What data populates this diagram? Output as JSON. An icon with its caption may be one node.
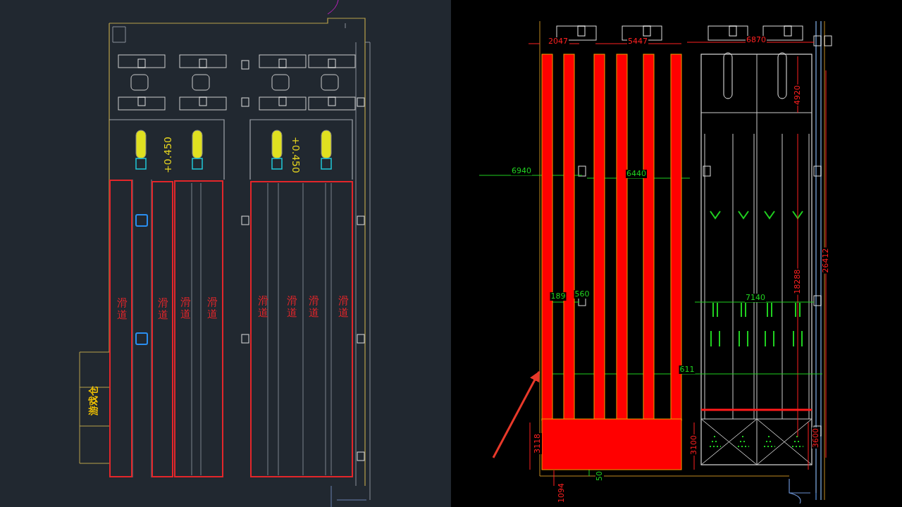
{
  "diagram": {
    "nodes": [
      {
        "text": [
          "滑道"
        ]
      },
      {
        "text": [
          "滑道"
        ]
      },
      {
        "text": [
          "滑道",
          "滑道"
        ]
      },
      {
        "text": [
          "滑道",
          "滑道",
          "滑道",
          "滑道"
        ]
      },
      {
        "text": [
          "游戏仓"
        ]
      },
      {
        "text": [],
        "shape": "box"
      }
    ],
    "edges": [
      {
        "from": null,
        "to": 5,
        "arrow": "to",
        "color": "#e8392a"
      }
    ],
    "labels": [
      "+0.450",
      "+0.450",
      "2047",
      "5447",
      "6870",
      "4920",
      "6940",
      "6440",
      "189",
      "560",
      "7140",
      "18288",
      "26412",
      "611",
      "3118",
      "3100",
      "3600",
      "1094",
      "50"
    ]
  }
}
